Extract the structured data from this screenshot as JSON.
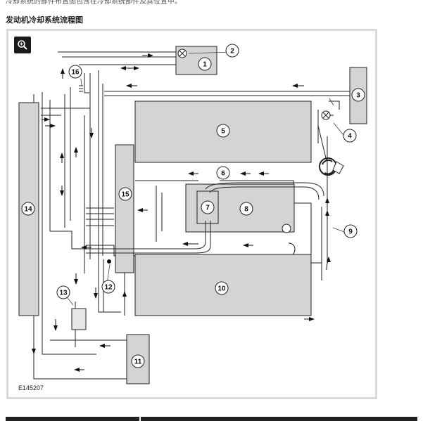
{
  "page": {
    "top_text": "冷却系统的部件布置图包含在冷却系统部件及其位置中。",
    "section_title": "发动机冷却系统流程图"
  },
  "figure": {
    "code": "E145207",
    "zoom_icon": "magnify-plus-icon",
    "labels": {
      "n1": "1",
      "n2": "2",
      "n3": "3",
      "n4": "4",
      "n5": "5",
      "n6": "6",
      "n7": "7",
      "n8": "8",
      "n9": "9",
      "n10": "10",
      "n11": "11",
      "n12": "12",
      "n13": "13",
      "n14": "14",
      "n15": "15",
      "n16": "16"
    }
  },
  "colors": {
    "component_fill": "#d4d4d4",
    "line": "#222222",
    "frame": "#d9d9d9"
  }
}
